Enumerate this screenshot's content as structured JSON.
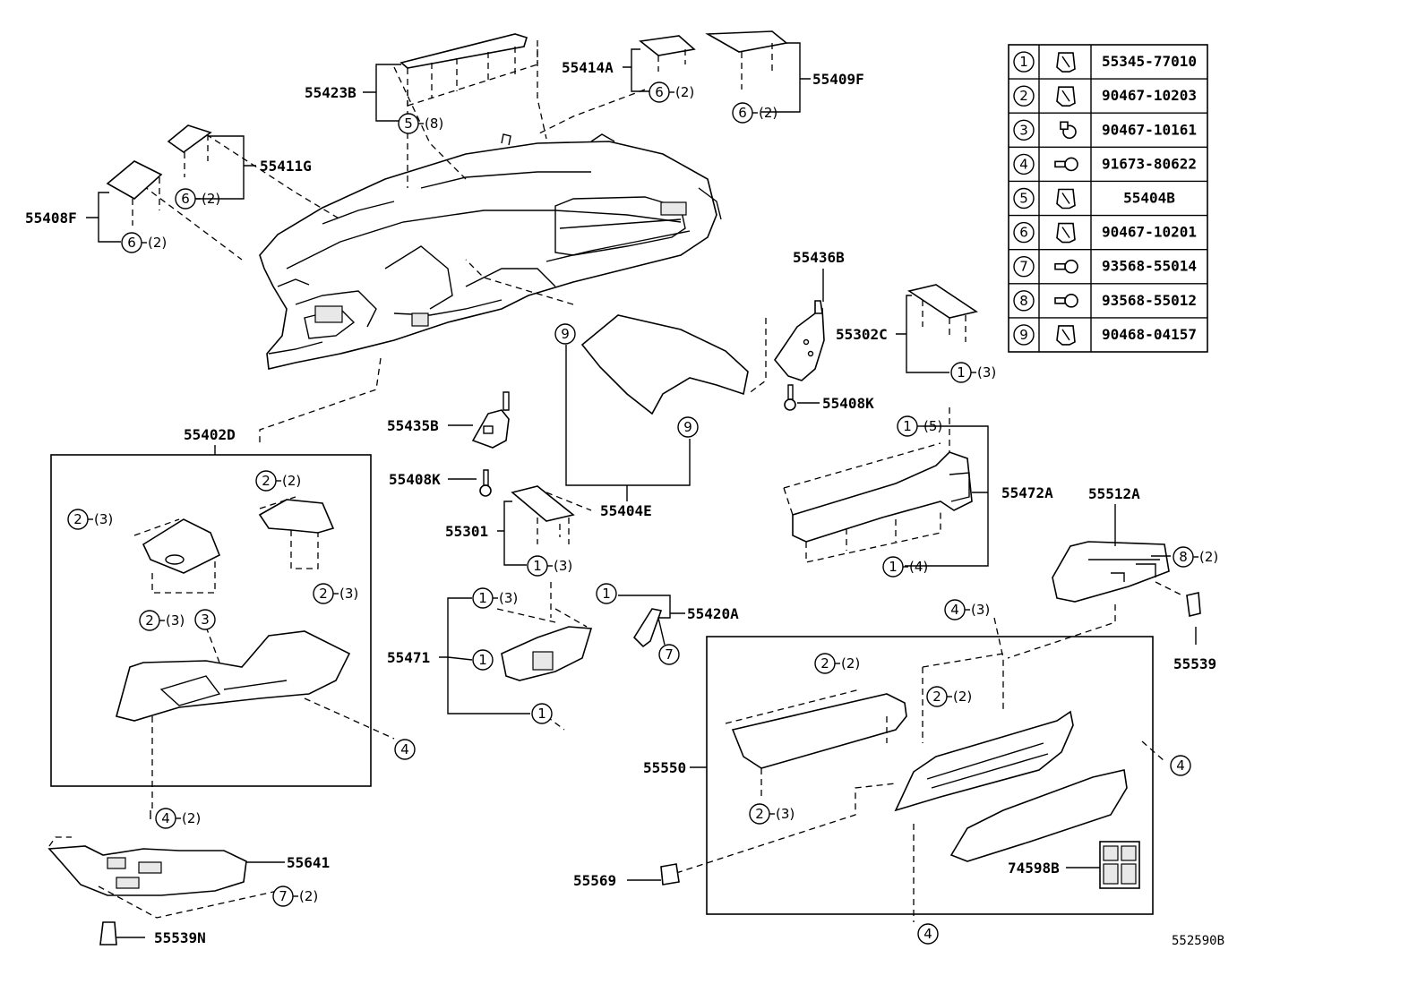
{
  "parts": {
    "p55423B": "55423B",
    "p55414A": "55414A",
    "p55409F": "55409F",
    "p55411G": "55411G",
    "p55408F": "55408F",
    "p55436B": "55436B",
    "p55302C": "55302C",
    "p55408K_a": "55408K",
    "p55435B": "55435B",
    "p55408K_b": "55408K",
    "p55402D": "55402D",
    "p55404E": "55404E",
    "p55472A": "55472A",
    "p55512A": "55512A",
    "p55301": "55301",
    "p55420A": "55420A",
    "p55471": "55471",
    "p55539": "55539",
    "p55550": "55550",
    "p55641": "55641",
    "p55569": "55569",
    "p74598B": "74598B",
    "p55539N": "55539N"
  },
  "callouts": {
    "c_5_8": {
      "n": "5",
      "q": "(8)"
    },
    "c_6_2_a": {
      "n": "6",
      "q": "(2)"
    },
    "c_6_2_b": {
      "n": "6",
      "q": "(2)"
    },
    "c_6_2_c": {
      "n": "6",
      "q": "(2)"
    },
    "c_6_2_d": {
      "n": "6",
      "q": "(2)"
    },
    "c_1_3_a": {
      "n": "1",
      "q": "(3)"
    },
    "c_9_a": {
      "n": "9",
      "q": ""
    },
    "c_9_b": {
      "n": "9",
      "q": ""
    },
    "c_1_5": {
      "n": "1",
      "q": "(5)"
    },
    "c_1_4": {
      "n": "1",
      "q": "(4)"
    },
    "c_2_2_a": {
      "n": "2",
      "q": "(2)"
    },
    "c_2_3_a": {
      "n": "2",
      "q": "(3)"
    },
    "c_2_3_b": {
      "n": "2",
      "q": "(3)"
    },
    "c_2_3_c": {
      "n": "2",
      "q": "(3)"
    },
    "c_3": {
      "n": "3",
      "q": ""
    },
    "c_4_a": {
      "n": "4",
      "q": ""
    },
    "c_1_3_b": {
      "n": "1",
      "q": "(3)"
    },
    "c_1_3_c": {
      "n": "1",
      "q": "(3)"
    },
    "c_1_a": {
      "n": "1",
      "q": ""
    },
    "c_1_b": {
      "n": "1",
      "q": ""
    },
    "c_1_c": {
      "n": "1",
      "q": ""
    },
    "c_7_a": {
      "n": "7",
      "q": ""
    },
    "c_8_2": {
      "n": "8",
      "q": "(2)"
    },
    "c_4_3": {
      "n": "4",
      "q": "(3)"
    },
    "c_2_2_b": {
      "n": "2",
      "q": "(2)"
    },
    "c_2_2_c": {
      "n": "2",
      "q": "(2)"
    },
    "c_2_3_d": {
      "n": "2",
      "q": "(3)"
    },
    "c_4_b": {
      "n": "4",
      "q": ""
    },
    "c_4_c": {
      "n": "4",
      "q": ""
    },
    "c_4_2": {
      "n": "4",
      "q": "(2)"
    },
    "c_7_2": {
      "n": "7",
      "q": "(2)"
    }
  },
  "legend": [
    {
      "n": "1",
      "part": "55345-77010"
    },
    {
      "n": "2",
      "part": "90467-10203"
    },
    {
      "n": "3",
      "part": "90467-10161"
    },
    {
      "n": "4",
      "part": "91673-80622"
    },
    {
      "n": "5",
      "part": "55404B"
    },
    {
      "n": "6",
      "part": "90467-10201"
    },
    {
      "n": "7",
      "part": "93568-55014"
    },
    {
      "n": "8",
      "part": "93568-55012"
    },
    {
      "n": "9",
      "part": "90468-04157"
    }
  ],
  "diagram_code": "552590B"
}
